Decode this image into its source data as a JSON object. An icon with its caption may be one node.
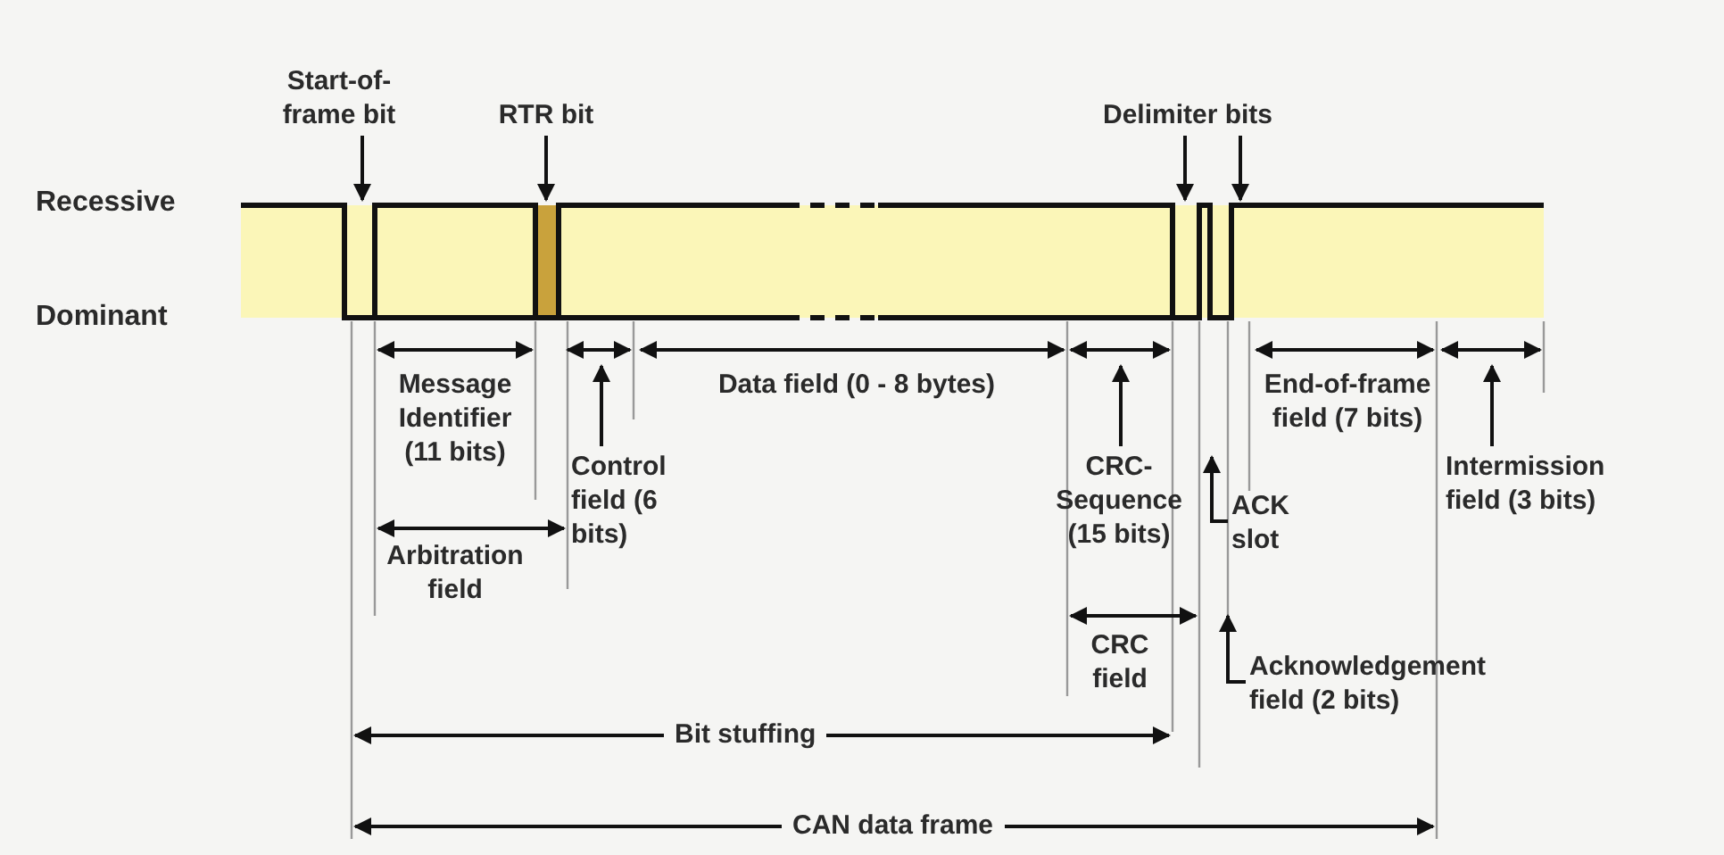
{
  "diagram": {
    "nodes": [
      {
        "text": [
          "Start-of-frame bit"
        ]
      },
      {
        "text": [
          "RTR bit"
        ]
      },
      {
        "text": [
          "Delimiter bits"
        ]
      },
      {
        "text": [
          "Control field (6 bits)"
        ]
      },
      {
        "text": [
          "CRC-Sequence (15 bits)"
        ]
      },
      {
        "text": [
          "ACK slot"
        ]
      },
      {
        "text": [
          "Acknowledgement field (2 bits)"
        ]
      },
      {
        "text": [
          "Intermission field (3 bits)"
        ]
      }
    ],
    "edges": [
      {
        "from": 0,
        "to": null,
        "arrow": "to"
      },
      {
        "from": 1,
        "to": null,
        "arrow": "to"
      },
      {
        "from": 2,
        "to": null,
        "arrow": "to"
      },
      {
        "from": 2,
        "to": null,
        "arrow": "to"
      },
      {
        "from": 3,
        "to": null,
        "arrow": "to"
      },
      {
        "from": 4,
        "to": null,
        "arrow": "to"
      },
      {
        "from": 5,
        "to": null,
        "arrow": "to"
      },
      {
        "from": 6,
        "to": null,
        "arrow": "to"
      },
      {
        "from": 7,
        "to": null,
        "arrow": "to"
      }
    ],
    "labels": [
      "Recessive",
      "Dominant",
      "Message Identifier (11 bits)",
      "Data field (0 - 8 bytes)",
      "End-of-frame field (7 bits)",
      "Arbitration field",
      "CRC field",
      "Bit stuffing",
      "CAN data frame"
    ]
  }
}
